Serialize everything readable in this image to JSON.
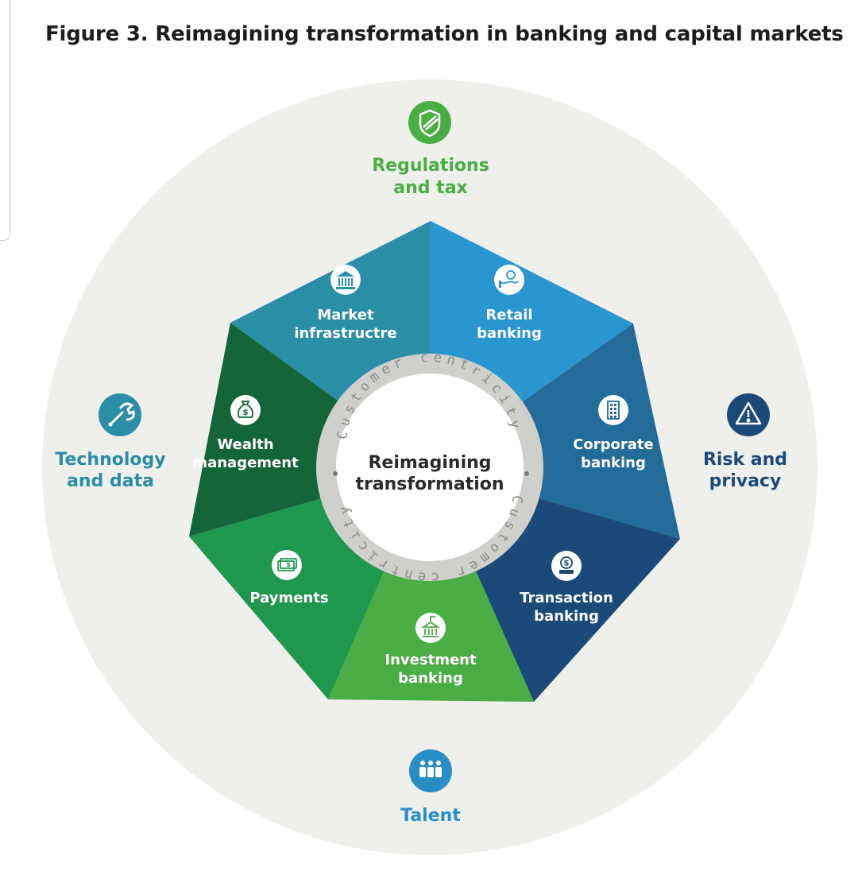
{
  "title": "Figure 3. Reimagining transformation in banking and capital markets",
  "center": {
    "line1": "Reimagining",
    "line2": "transformation",
    "ring_text": "Customer centricity",
    "ring_text_2": "Customer centricity"
  },
  "segments": [
    {
      "id": "retail",
      "line1": "Retail",
      "line2": "banking",
      "color": "#2a96d0",
      "icon": "hand-coin-icon"
    },
    {
      "id": "corporate",
      "line1": "Corporate",
      "line2": "banking",
      "color": "#236b99",
      "icon": "building-icon"
    },
    {
      "id": "transaction",
      "line1": "Transaction",
      "line2": "banking",
      "color": "#1b4a78",
      "icon": "coin-stack-icon"
    },
    {
      "id": "investment",
      "line1": "Investment",
      "line2": "banking",
      "color": "#4aad45",
      "icon": "bank-growth-icon"
    },
    {
      "id": "payments",
      "line1": "Payments",
      "line2": "",
      "color": "#20974e",
      "icon": "cash-icon"
    },
    {
      "id": "wealth",
      "line1": "Wealth",
      "line2": "management",
      "color": "#15653b",
      "icon": "money-bag-icon"
    },
    {
      "id": "market",
      "line1": "Market",
      "line2": "infrastructre",
      "color": "#2a8ea6",
      "icon": "bank-icon"
    }
  ],
  "outer": {
    "regulations": {
      "line1": "Regulations",
      "line2": "and tax",
      "color": "#4aad45",
      "icon": "shield-icon"
    },
    "risk": {
      "line1": "Risk and",
      "line2": "privacy",
      "color": "#1b4a78",
      "icon": "warning-icon"
    },
    "talent": {
      "line1": "Talent",
      "color": "#2a8ec6",
      "icon": "people-icon"
    },
    "technology": {
      "line1": "Technology",
      "line2": "and data",
      "color": "#2a8ea6",
      "icon": "wrench-icon"
    }
  },
  "colors": {
    "outer_ring": "#efefeb",
    "hub_ring": "#cfcfcb",
    "hub_text": "#8b8b8b",
    "label_text": "#ffffff",
    "center_text": "#2b2b2b"
  }
}
